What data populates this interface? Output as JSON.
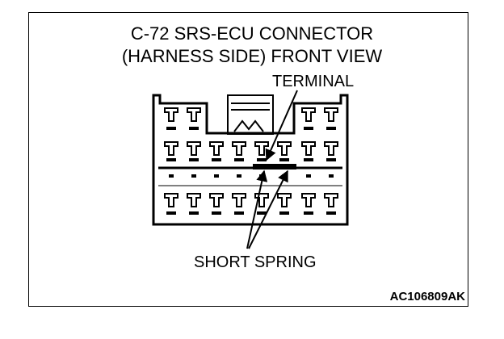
{
  "diagram": {
    "title_line1": "C-72 SRS-ECU CONNECTOR",
    "title_line2": "(HARNESS SIDE) FRONT VIEW",
    "callout_terminal": "TERMINAL",
    "callout_short_spring": "SHORT SPRING",
    "figure_code": "AC106809AK"
  },
  "connector": {
    "top_row_visible_terminals": 4,
    "terminals_per_row": 8,
    "rows": 3
  }
}
